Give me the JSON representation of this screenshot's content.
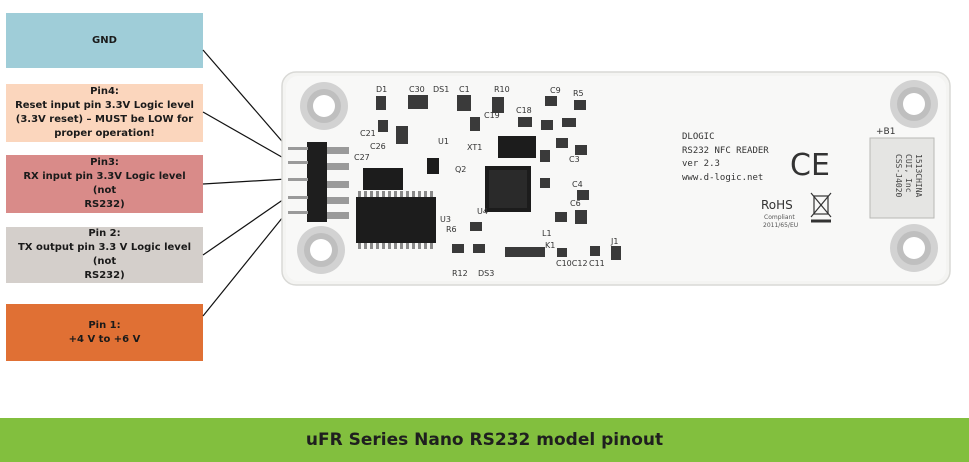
{
  "labels": {
    "gnd": {
      "line1": "GND"
    },
    "pin4": {
      "line1": "Pin4:",
      "line2": "Reset input pin 3.3V Logic level",
      "line3": "(3.3V reset) – MUST be LOW for",
      "line4": "proper operation!"
    },
    "pin3": {
      "line1": "Pin3:",
      "line2": "RX input pin 3.3V Logic level (not",
      "line3": "RS232)"
    },
    "pin2": {
      "line1": "Pin 2:",
      "line2": "TX output pin 3.3 V Logic level (not",
      "line3": "RS232)"
    },
    "pin1": {
      "line1": "Pin 1:",
      "line2": "+4 V to +6 V"
    }
  },
  "board": {
    "silk_brand": "DLOGIC",
    "silk_model": "RS232 NFC READER",
    "silk_ver": "ver 2.3",
    "silk_url": "www.d-logic.net",
    "ce": "CE",
    "rohs": "RoHS",
    "rohs_sub1": "Compliant",
    "rohs_sub2": "2011/65/EU",
    "b1": "+B1",
    "batt1": "CSS-J4020",
    "batt2": "CUI, Inc",
    "batt3": "1513CHINA",
    "refs": {
      "d1": "D1",
      "c30": "C30",
      "ds1": "DS1",
      "c1": "C1",
      "r10": "R10",
      "r5": "R5",
      "c9": "C9",
      "c18": "C18",
      "c19": "C19",
      "c21": "C21",
      "c26": "C26",
      "u1": "U1",
      "q2": "Q2",
      "c27": "C27",
      "c3": "C3",
      "r6": "R6",
      "u3": "U3",
      "u4": "U4",
      "c4": "C4",
      "c6": "C6",
      "l1": "L1",
      "k1": "K1",
      "r12": "R12",
      "d53": "DS3",
      "c10": "C10C12",
      "c11": "C11",
      "j1": "J1",
      "xt1": "XT1"
    }
  },
  "footer": {
    "title": "uFR Series Nano RS232 model pinout"
  },
  "colors": {
    "footer_bg": "#82bf3e",
    "gnd": "#9fcdd8",
    "pin4": "#fbd6bd",
    "pin3": "#d98b89",
    "pin2": "#d4cfcb",
    "pin1": "#e07034"
  }
}
